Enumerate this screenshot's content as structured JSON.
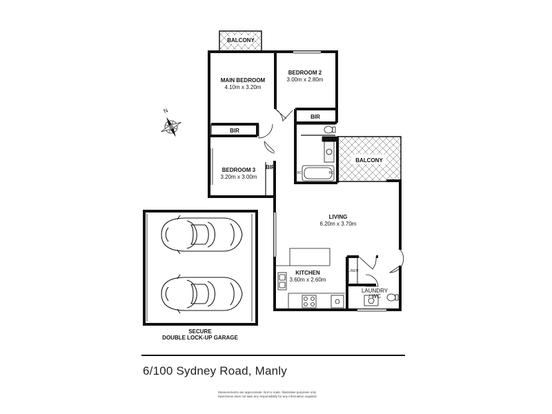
{
  "rooms": {
    "balcony_top": "BALCONY",
    "main_bedroom": {
      "name": "MAIN BEDROOM",
      "size": "4.10m x 3.20m"
    },
    "bedroom2": {
      "name": "BEDROOM 2",
      "size": "3.00m x 2.80m"
    },
    "bedroom3": {
      "name": "BEDROOM 3",
      "size": "3.20m x 3.00m"
    },
    "bir_main": "BIR",
    "bir_bed2": "BIR",
    "bir_bed3": "BIR",
    "balcony_right": "BALCONY",
    "living": {
      "name": "LIVING",
      "size": "6.20m x 3.70m"
    },
    "kitchen": {
      "name": "KITCHEN",
      "size": "3.60m x 2.60m"
    },
    "linen": "LINEN",
    "laundry": {
      "name": "LAUNDRY",
      "name2": "/ WC"
    },
    "bc_left": "BC",
    "bc_right": "BC"
  },
  "garage": {
    "line1": "SECURE",
    "line2": "DOUBLE LOCK-UP GARAGE"
  },
  "compass": {
    "north": "N"
  },
  "address": "6/100 Sydney Road, Manly",
  "disclaimer": {
    "line1": "Measurements are approximate. Not to scale. Illustrative purposes only",
    "line2": "Open2view does not take any responsibility for any information supplied"
  }
}
